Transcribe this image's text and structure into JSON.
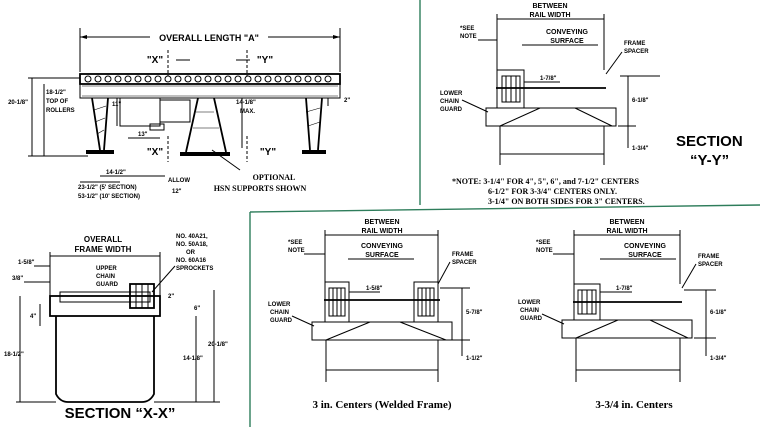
{
  "colors": {
    "divider": "#2e7d5b",
    "ink": "#000000",
    "background": "#ffffff"
  },
  "side_view": {
    "overall_length": "OVERALL LENGTH \"A\"",
    "section_x_top": "\"X\"",
    "section_y_top": "\"Y\"",
    "section_x_bottom": "\"X\"",
    "section_y_bottom": "\"Y\"",
    "dim_20_1_8": "20-1/8\"",
    "dim_18_1_2_top": "18-1/2\"",
    "dim_top_of": "TOP OF",
    "dim_rollers": "ROLLERS",
    "dim_11": "11\"",
    "dim_14_1_8": "14-1/8\"",
    "dim_max": "MAX.",
    "dim_2": "2\"",
    "dim_13": "13\"",
    "dim_14_1_2": "14-1/2\"",
    "dim_allow": "ALLOW",
    "dim_12": "12\"",
    "dim_23_1_2": "23-1/2\" (5' SECTION)",
    "dim_53_1_2": "53-1/2\" (10' SECTION)",
    "optional_1": "OPTIONAL",
    "optional_2": "HSN SUPPORTS SHOWN"
  },
  "section_yy": {
    "between": "BETWEEN",
    "rail_width": "RAIL WIDTH",
    "see": "*SEE",
    "note": "NOTE",
    "conveying": "CONVEYING",
    "surface": "SURFACE",
    "frame": "FRAME",
    "spacer": "SPACER",
    "dim_1_7_8": "1-7/8\"",
    "lower": "LOWER",
    "chain": "CHAIN",
    "guard": "GUARD",
    "dim_6_1_8": "6-1/8\"",
    "dim_1_3_4": "1-3/4\"",
    "title_1": "SECTION",
    "title_2": "“Y-Y”"
  },
  "note_text": {
    "line1": "*NOTE:  3-1/4\" FOR 4\", 5\", 6\", and 7-1/2\" CENTERS",
    "line2": "6-1/2\" FOR 3-3/4\" CENTERS ONLY.",
    "line3": "3-1/4\" ON BOTH SIDES FOR 3\" CENTERS."
  },
  "section_xx": {
    "overall": "OVERALL",
    "frame_width": "FRAME WIDTH",
    "dim_1_5_8": "1-5/8\"",
    "dim_3_8": "3/8\"",
    "upper": "UPPER",
    "chain": "CHAIN",
    "guard": "GUARD",
    "no_40a21": "NO. 40A21,",
    "no_50a18": "NO. 50A18,",
    "or": "OR",
    "no_60a16": "NO. 60A16",
    "sprockets": "SPROCKETS",
    "dim_2": "2\"",
    "dim_6": "6\"",
    "dim_4": "4\"",
    "dim_20_1_8": "20-1/8\"",
    "dim_18_1_2": "18-1/2\"",
    "dim_14_1_8": "14-1/8\"",
    "title": "SECTION “X-X”"
  },
  "section_3in": {
    "between": "BETWEEN",
    "rail_width": "RAIL WIDTH",
    "see": "*SEE",
    "note": "NOTE",
    "conveying": "CONVEYING",
    "surface": "SURFACE",
    "frame": "FRAME",
    "spacer": "SPACER",
    "dim_1_5_8": "1-5/8\"",
    "lower": "LOWER",
    "chain": "CHAIN",
    "guard": "GUARD",
    "dim_5_7_8": "5-7/8\"",
    "dim_1_1_2": "1-1/2\"",
    "caption": "3 in. Centers (Welded Frame)"
  },
  "section_334": {
    "between": "BETWEEN",
    "rail_width": "RAIL WIDTH",
    "see": "*SEE",
    "note": "NOTE",
    "conveying": "CONVEYING",
    "surface": "SURFACE",
    "frame": "FRAME",
    "spacer": "SPACER",
    "dim_1_7_8": "1-7/8\"",
    "lower": "LOWER",
    "chain": "CHAIN",
    "guard": "GUARD",
    "dim_6_1_8": "6-1/8\"",
    "dim_1_3_4": "1-3/4\"",
    "caption": "3-3/4 in. Centers"
  }
}
